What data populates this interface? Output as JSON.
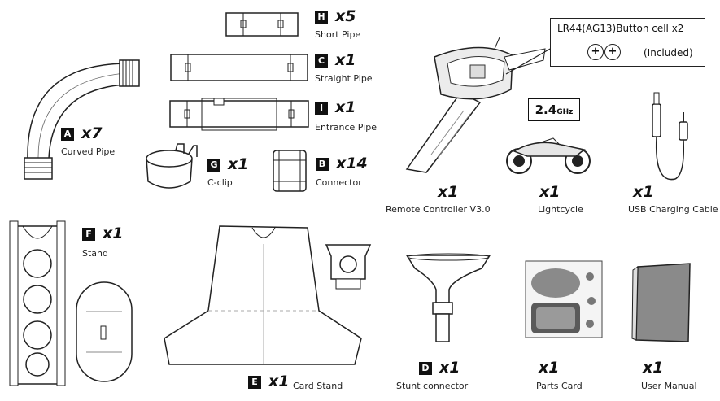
{
  "callout": {
    "text": "LR44(AG13)Button cell x2",
    "cell_symbol": "+",
    "note": "(Included)"
  },
  "freq_badge": {
    "value": "2.4",
    "unit": "GHz"
  },
  "items": {
    "short_pipe": {
      "letter": "H",
      "qty": "x5",
      "name": "Short Pipe"
    },
    "straight_pipe": {
      "letter": "C",
      "qty": "x1",
      "name": "Straight Pipe"
    },
    "entrance_pipe": {
      "letter": "I",
      "qty": "x1",
      "name": "Entrance Pipe"
    },
    "curved_pipe": {
      "letter": "A",
      "qty": "x7",
      "name": "Curved Pipe"
    },
    "c_clip": {
      "letter": "G",
      "qty": "x1",
      "name": "C-clip"
    },
    "connector": {
      "letter": "B",
      "qty": "x14",
      "name": "Connector"
    },
    "stand": {
      "letter": "F",
      "qty": "x1",
      "name": "Stand"
    },
    "card_stand": {
      "letter": "E",
      "qty": "x1",
      "name": "Card Stand"
    },
    "stunt_connector": {
      "letter": "D",
      "qty": "x1",
      "name": "Stunt connector"
    },
    "remote": {
      "qty": "x1",
      "name": "Remote Controller V3.0"
    },
    "lightcycle": {
      "qty": "x1",
      "name": "Lightcycle"
    },
    "usb_cable": {
      "qty": "x1",
      "name": "USB Charging Cable"
    },
    "parts_card": {
      "qty": "x1",
      "name": "Parts Card"
    },
    "user_manual": {
      "qty": "x1",
      "name": "User Manual"
    }
  }
}
